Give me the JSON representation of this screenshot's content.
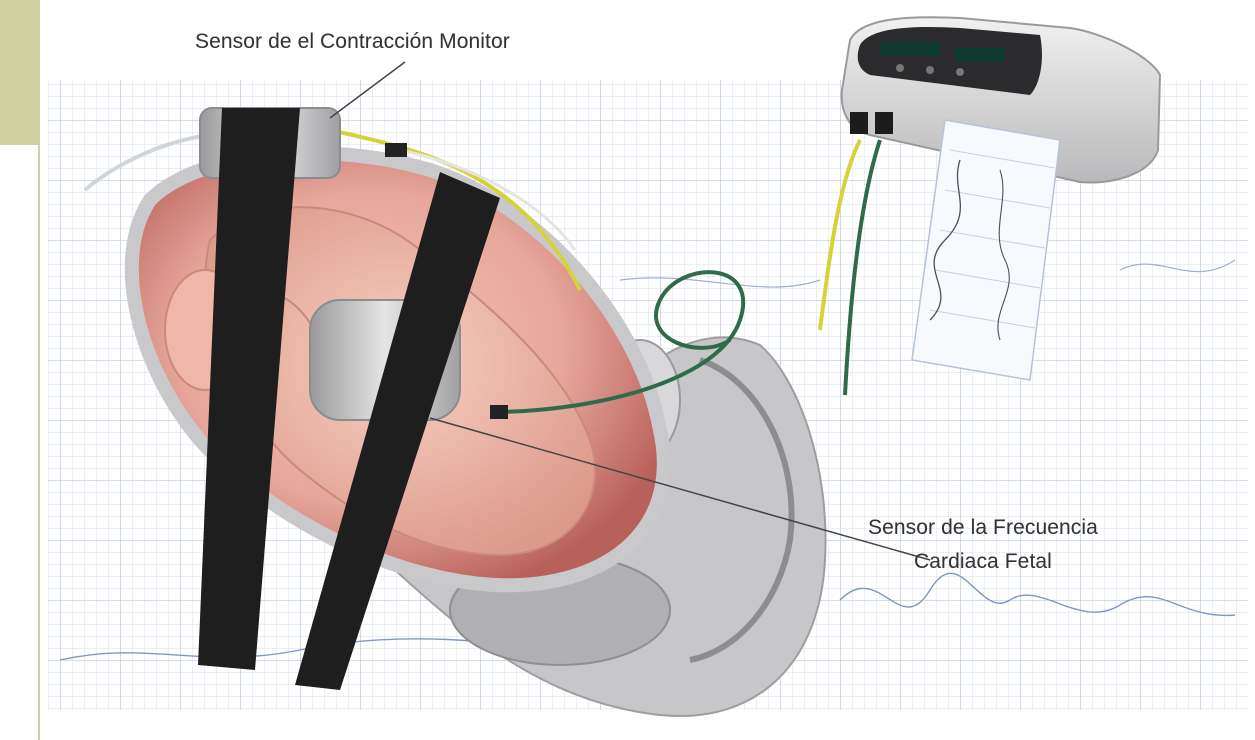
{
  "labels": {
    "contraction_sensor": "Sensor de el Contracción Monitor",
    "heart_rate_sensor_line1": "Sensor de la Frecuencia",
    "heart_rate_sensor_line2": "Cardiaca Fetal"
  },
  "icons": [
    "fetal-monitor-icon",
    "printout-strip-icon"
  ],
  "colors": {
    "accent_bar": "#cdcf9e",
    "belt": "#1e1e1e",
    "uterus": "#e7a79b",
    "cable_yellow": "#d6d23a",
    "cable_green": "#2f6b4a",
    "grid_line": "#a9bcd6"
  }
}
